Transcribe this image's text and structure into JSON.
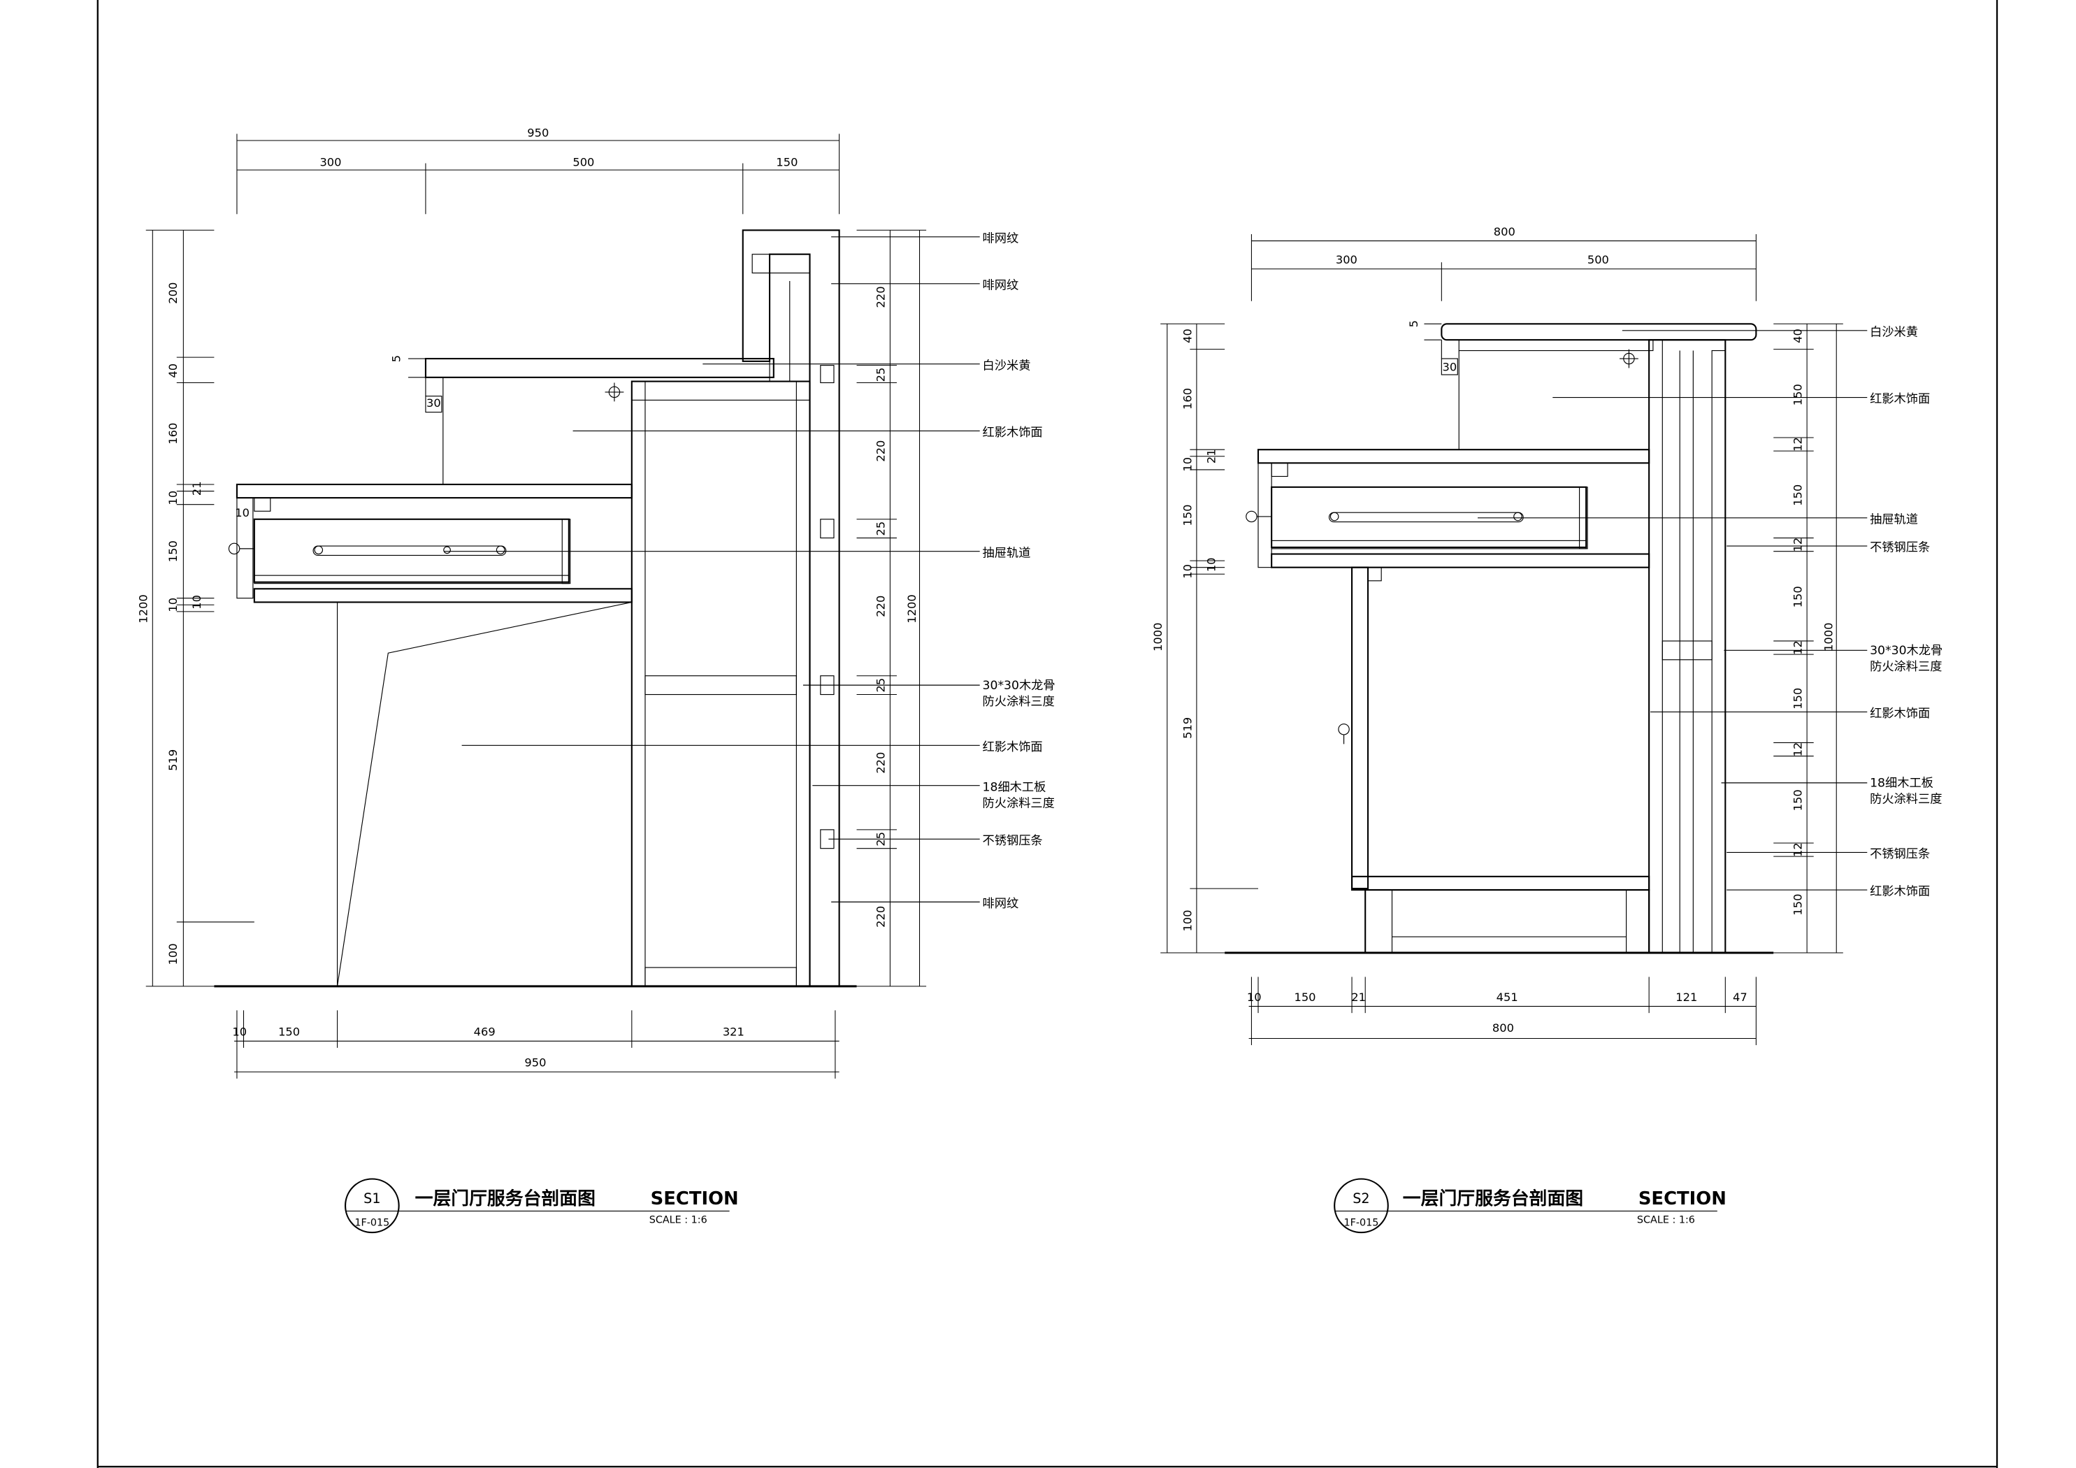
{
  "sheet_no": "1F-015",
  "sections": [
    {
      "id": "S1",
      "ref": "1F-015",
      "title": "一层门厅服务台剖面图",
      "title_en": "SECTION",
      "scale": "SCALE : 1:6",
      "dims_top": {
        "total": "950",
        "segments": [
          "300",
          "500",
          "150"
        ]
      },
      "dims_bottom": {
        "total": "950",
        "segments": [
          "10",
          "150",
          "469",
          "321"
        ]
      },
      "dims_left": {
        "total": "1200",
        "segments": [
          "200",
          "40",
          "160",
          "10",
          "21",
          "150",
          "10",
          "10",
          "519",
          "100"
        ]
      },
      "dims_right": {
        "total": "1200",
        "segments": [
          "220",
          "25",
          "220",
          "25",
          "220",
          "25",
          "220",
          "25",
          "220"
        ]
      },
      "dims_inner": [
        "5",
        "30",
        "10"
      ],
      "callouts": [
        "啡网纹",
        "啡网纹",
        "白沙米黄",
        "红影木饰面",
        "抽屉轨道",
        "30*30木龙骨",
        "防火涂料三度",
        "红影木饰面",
        "18细木工板",
        "防火涂料三度",
        "不锈钢压条",
        "啡网纹"
      ]
    },
    {
      "id": "S2",
      "ref": "1F-015",
      "title": "一层门厅服务台剖面图",
      "title_en": "SECTION",
      "scale": "SCALE : 1:6",
      "dims_top": {
        "total": "800",
        "segments": [
          "300",
          "500"
        ]
      },
      "dims_bottom": {
        "total": "800",
        "segments": [
          "10",
          "150",
          "21",
          "451",
          "121",
          "47"
        ]
      },
      "dims_left": {
        "total": "1000",
        "segments": [
          "40",
          "160",
          "10",
          "21",
          "150",
          "10",
          "10",
          "519",
          "100"
        ]
      },
      "dims_right": {
        "total": "1000",
        "segments": [
          "40",
          "150",
          "12",
          "150",
          "12",
          "150",
          "12",
          "150",
          "12",
          "150",
          "12",
          "150"
        ]
      },
      "dims_inner": [
        "5",
        "30"
      ],
      "callouts": [
        "白沙米黄",
        "红影木饰面",
        "抽屉轨道",
        "不锈钢压条",
        "30*30木龙骨",
        "防火涂料三度",
        "红影木饰面",
        "18细木工板",
        "防火涂料三度",
        "不锈钢压条",
        "红影木饰面"
      ]
    }
  ]
}
